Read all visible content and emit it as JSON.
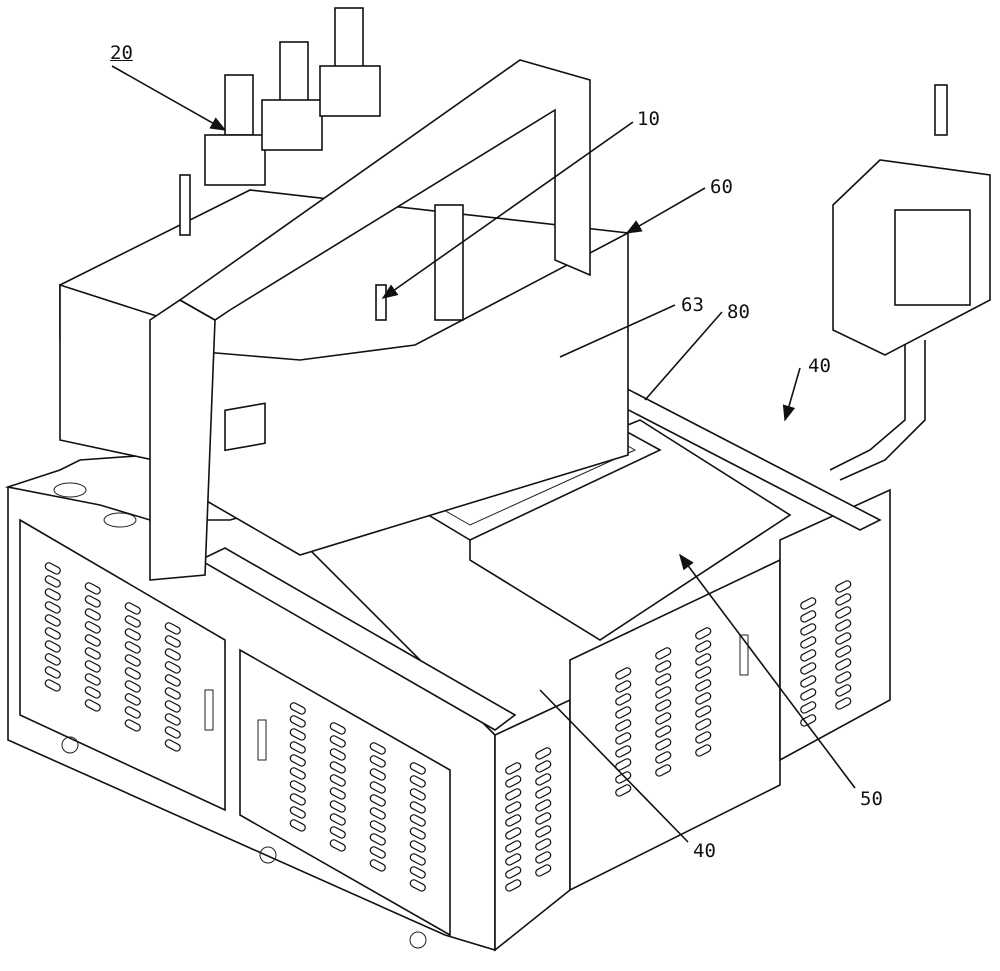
{
  "figure": {
    "labels": {
      "machine_frame": "20",
      "pin": "10",
      "upper_box": "60",
      "box_opening": "63",
      "gripper": "80",
      "drive_unit_right": "40",
      "drive_unit_front": "40",
      "worktable": "50"
    }
  }
}
